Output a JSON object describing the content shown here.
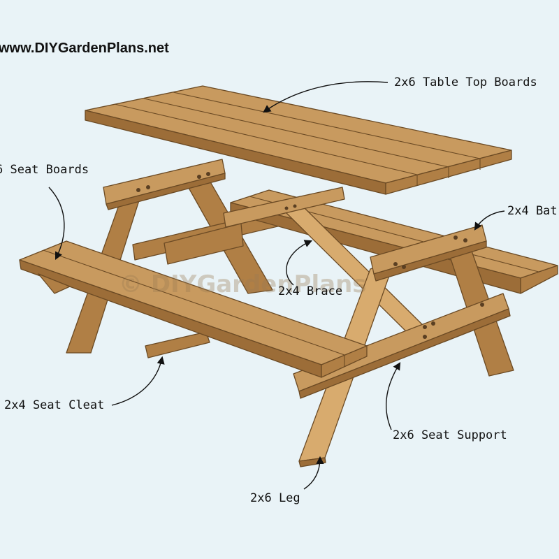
{
  "site_url": "www.DIYGardenPlans.net",
  "watermark": "© DIYGardenPlans",
  "labels": {
    "table_top_boards": "2x6 Table Top Boards",
    "seat_boards": "6 Seat Boards",
    "batten": "2x4 Bat",
    "brace": "2x4 Brace",
    "seat_cleat": "2x4 Seat Cleat",
    "seat_support": "2x6 Seat Support",
    "leg": "2x6 Leg"
  },
  "colors": {
    "background": "#e9f3f7",
    "wood_top": "#c89a5f",
    "wood_side": "#b07f45",
    "wood_outline": "#6b4a24"
  }
}
